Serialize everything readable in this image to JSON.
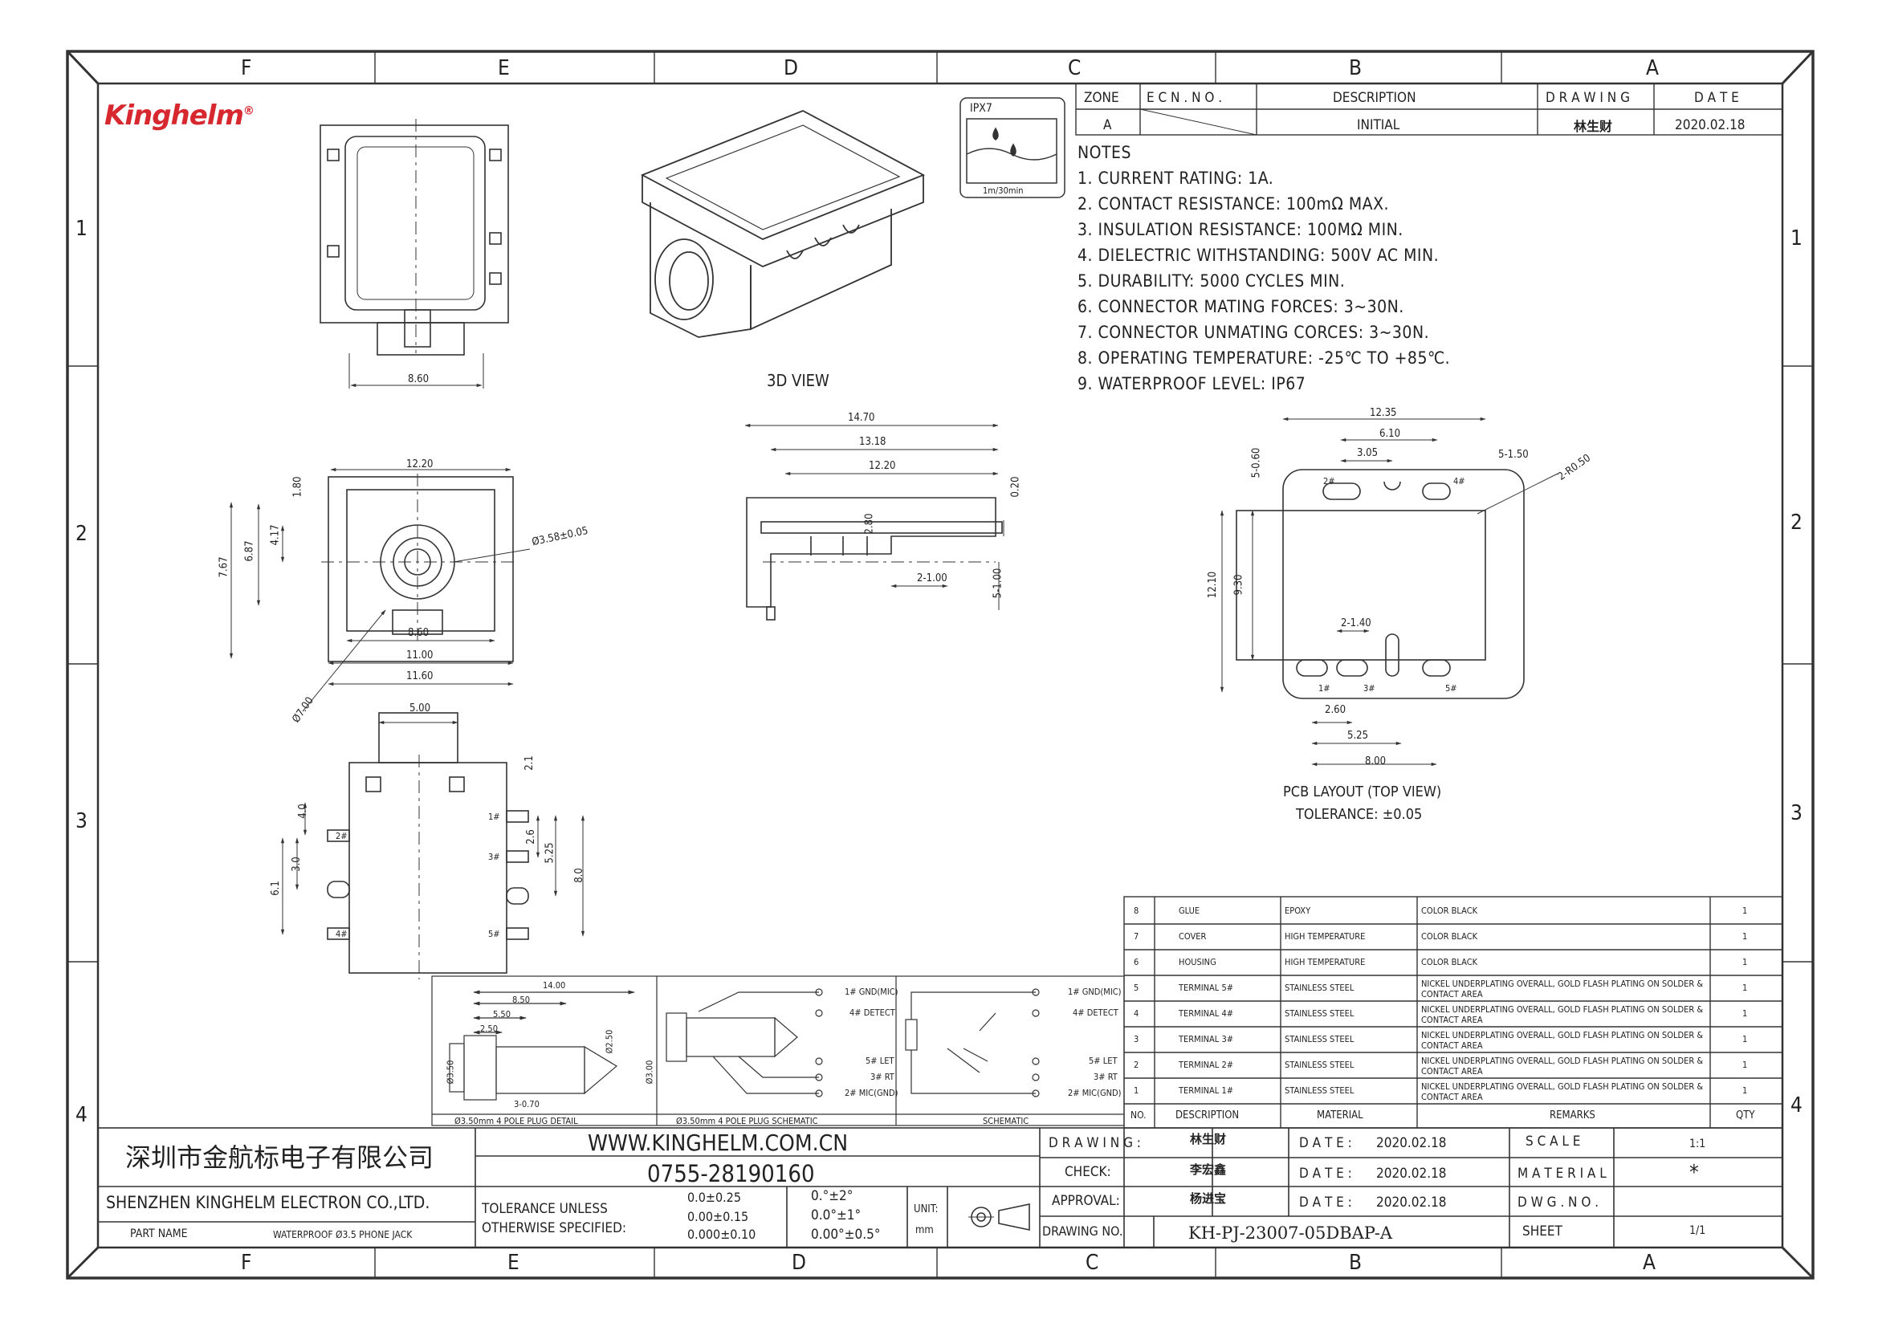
{
  "logo": "Kinghelm",
  "logo_mark": "®",
  "border": {
    "columns_top": [
      "F",
      "E",
      "D",
      "C",
      "B",
      "A"
    ],
    "columns_bottom": [
      "F",
      "E",
      "D",
      "C",
      "B",
      "A"
    ],
    "rows": [
      "1",
      "2",
      "3",
      "4"
    ]
  },
  "ipx": {
    "label": "IPX7",
    "depth": "1m/30min"
  },
  "revision": {
    "headers": {
      "zone": "ZONE",
      "ecn": "E C N . N O .",
      "description": "DESCRIPTION",
      "drawing": "D R A W I N G",
      "date": "D A T E"
    },
    "row": {
      "zone": "A",
      "description": "INITIAL",
      "drawing": "林生财",
      "date": "2020.02.18"
    }
  },
  "notes": {
    "title": "NOTES",
    "items": [
      "1.  CURRENT RATING:  1A.",
      "2.  CONTACT RESISTANCE:  100mΩ MAX.",
      "3.  INSULATION RESISTANCE:  100MΩ MIN.",
      "4.  DIELECTRIC WITHSTANDING:  500V AC MIN.",
      "5.  DURABILITY:  5000 CYCLES MIN.",
      "6.  CONNECTOR MATING FORCES:  3~30N.",
      "7.  CONNECTOR UNMATING CORCES:  3~30N.",
      "8.  OPERATING TEMPERATURE:  -25℃ TO +85℃.",
      "9.  WATERPROOF LEVEL:  IP67"
    ]
  },
  "views": {
    "view_3d": "3D VIEW",
    "pcb_title": "PCB LAYOUT (TOP VIEW)",
    "pcb_tolerance": "TOLERANCE: ±0.05",
    "plug_detail": "Ø3.50mm 4 POLE PLUG DETAIL",
    "plug_schematic": "Ø3.50mm 4 POLE PLUG SCHEMATIC",
    "schematic": "SCHEMATIC"
  },
  "dims": {
    "top_w": "8.60",
    "front_12_20": "12.20",
    "front_1_80": "1.80",
    "front_4_17": "4.17",
    "front_6_87": "6.87",
    "front_7_67": "7.67",
    "front_hole": "Ø3.58±0.05",
    "front_8_60": "8.60",
    "front_11_00": "11.00",
    "front_11_60": "11.60",
    "front_7_00": "Ø7.00",
    "side_14_70": "14.70",
    "side_13_18": "13.18",
    "side_12_20": "12.20",
    "side_0_20": "0.20",
    "side_2_80": "2.80",
    "side_2_100": "2-1.00",
    "side_5_100": "5-1.00",
    "bot_5_00": "5.00",
    "bot_2_1": "2.1",
    "bot_4_0": "4.0",
    "bot_3_0": "3.0",
    "bot_6_1": "6.1",
    "bot_2_6": "2.6",
    "bot_5_25": "5.25",
    "bot_8_0": "8.0",
    "pcb_12_35": "12.35",
    "pcb_6_10": "6.10",
    "pcb_3_05": "3.05",
    "pcb_5_060": "5-0.60",
    "pcb_5_150": "5-1.50",
    "pcb_2_r050": "2-R0.50",
    "pcb_12_10": "12.10",
    "pcb_9_30": "9.30",
    "pcb_2_140": "2-1.40",
    "pcb_2_60": "2.60",
    "pcb_5_25": "5.25",
    "pcb_8_00": "8.00",
    "plug_14": "14.00",
    "plug_8_5": "8.50",
    "plug_5_5": "5.50",
    "plug_2_5": "2.50",
    "plug_d1": "Ø3.50",
    "plug_d2": "Ø2.50",
    "plug_d3": "Ø3.00",
    "plug_3_070": "3-0.70"
  },
  "pin_labels": {
    "p1": "1#",
    "p2": "2#",
    "p3": "3#",
    "p4": "4#",
    "p5": "5#"
  },
  "schem_labels": {
    "gnd": "1# GND(MIC)",
    "detect": "4# DETECT",
    "let": "5# LET",
    "rt": "3# RT",
    "mic": "2# MIC(GND)"
  },
  "bom": {
    "headers": {
      "no": "NO.",
      "description": "DESCRIPTION",
      "material": "MATERIAL",
      "remarks": "REMARKS",
      "qty": "QTY"
    },
    "rows": [
      {
        "no": "8",
        "description": "GLUE",
        "material": "EPOXY",
        "remarks": "COLOR BLACK",
        "qty": "1"
      },
      {
        "no": "7",
        "description": "COVER",
        "material": "HIGH TEMPERATURE",
        "remarks": "COLOR BLACK",
        "qty": "1"
      },
      {
        "no": "6",
        "description": "HOUSING",
        "material": "HIGH TEMPERATURE",
        "remarks": "COLOR BLACK",
        "qty": "1"
      },
      {
        "no": "5",
        "description": "TERMINAL 5#",
        "material": "STAINLESS STEEL",
        "remarks": "NICKEL UNDERPLATING OVERALL, GOLD FLASH PLATING ON SOLDER &",
        "remarks2": "CONTACT AREA",
        "qty": "1"
      },
      {
        "no": "4",
        "description": "TERMINAL 4#",
        "material": "STAINLESS STEEL",
        "remarks": "NICKEL UNDERPLATING OVERALL, GOLD FLASH PLATING ON SOLDER &",
        "remarks2": "CONTACT AREA",
        "qty": "1"
      },
      {
        "no": "3",
        "description": "TERMINAL 3#",
        "material": "STAINLESS STEEL",
        "remarks": "NICKEL UNDERPLATING OVERALL, GOLD FLASH PLATING ON SOLDER &",
        "remarks2": "CONTACT AREA",
        "qty": "1"
      },
      {
        "no": "2",
        "description": "TERMINAL 2#",
        "material": "STAINLESS STEEL",
        "remarks": "NICKEL UNDERPLATING OVERALL, GOLD FLASH PLATING ON SOLDER &",
        "remarks2": "CONTACT AREA",
        "qty": "1"
      },
      {
        "no": "1",
        "description": "TERMINAL 1#",
        "material": "STAINLESS STEEL",
        "remarks": "NICKEL UNDERPLATING OVERALL, GOLD FLASH PLATING ON SOLDER &",
        "remarks2": "CONTACT AREA",
        "qty": "1"
      }
    ]
  },
  "title_block": {
    "company_cn": "深圳市金航标电子有限公司",
    "company_en": "SHENZHEN KINGHELM ELECTRON CO.,LTD.",
    "website": "WWW.KINGHELM.COM.CN",
    "phone": "0755-28190160",
    "part_name_label": "PART NAME",
    "part_name": "WATERPROOF Ø3.5 PHONE JACK",
    "tolerance_1": "TOLERANCE UNLESS",
    "tolerance_2": "OTHERWISE SPECIFIED:",
    "tol_lin": [
      "0.0±0.25",
      "0.00±0.15",
      "0.000±0.10"
    ],
    "tol_ang": [
      "0.°±2°",
      "0.0°±1°",
      "0.00°±0.5°"
    ],
    "unit_label": "UNIT:",
    "unit": "mm",
    "drawing_label": "D R A W I N G :",
    "drawing_name": "林生财",
    "check_label": "CHECK:",
    "check_name": "李宏鑫",
    "approval_label": "APPROVAL:",
    "approval_name": "杨进宝",
    "drawing_no_label": "DRAWING NO.",
    "drawing_no": "KH-PJ-23007-05DBAP-A",
    "date_label": "D A T E :",
    "date": "2020.02.18",
    "scale_label": "S C A L E",
    "scale": "1:1",
    "material_label": "M A T E R I A L",
    "material": "*",
    "dwg_no_label": "D W G .  N O .",
    "sheet_label": "SHEET",
    "sheet": "1/1"
  }
}
